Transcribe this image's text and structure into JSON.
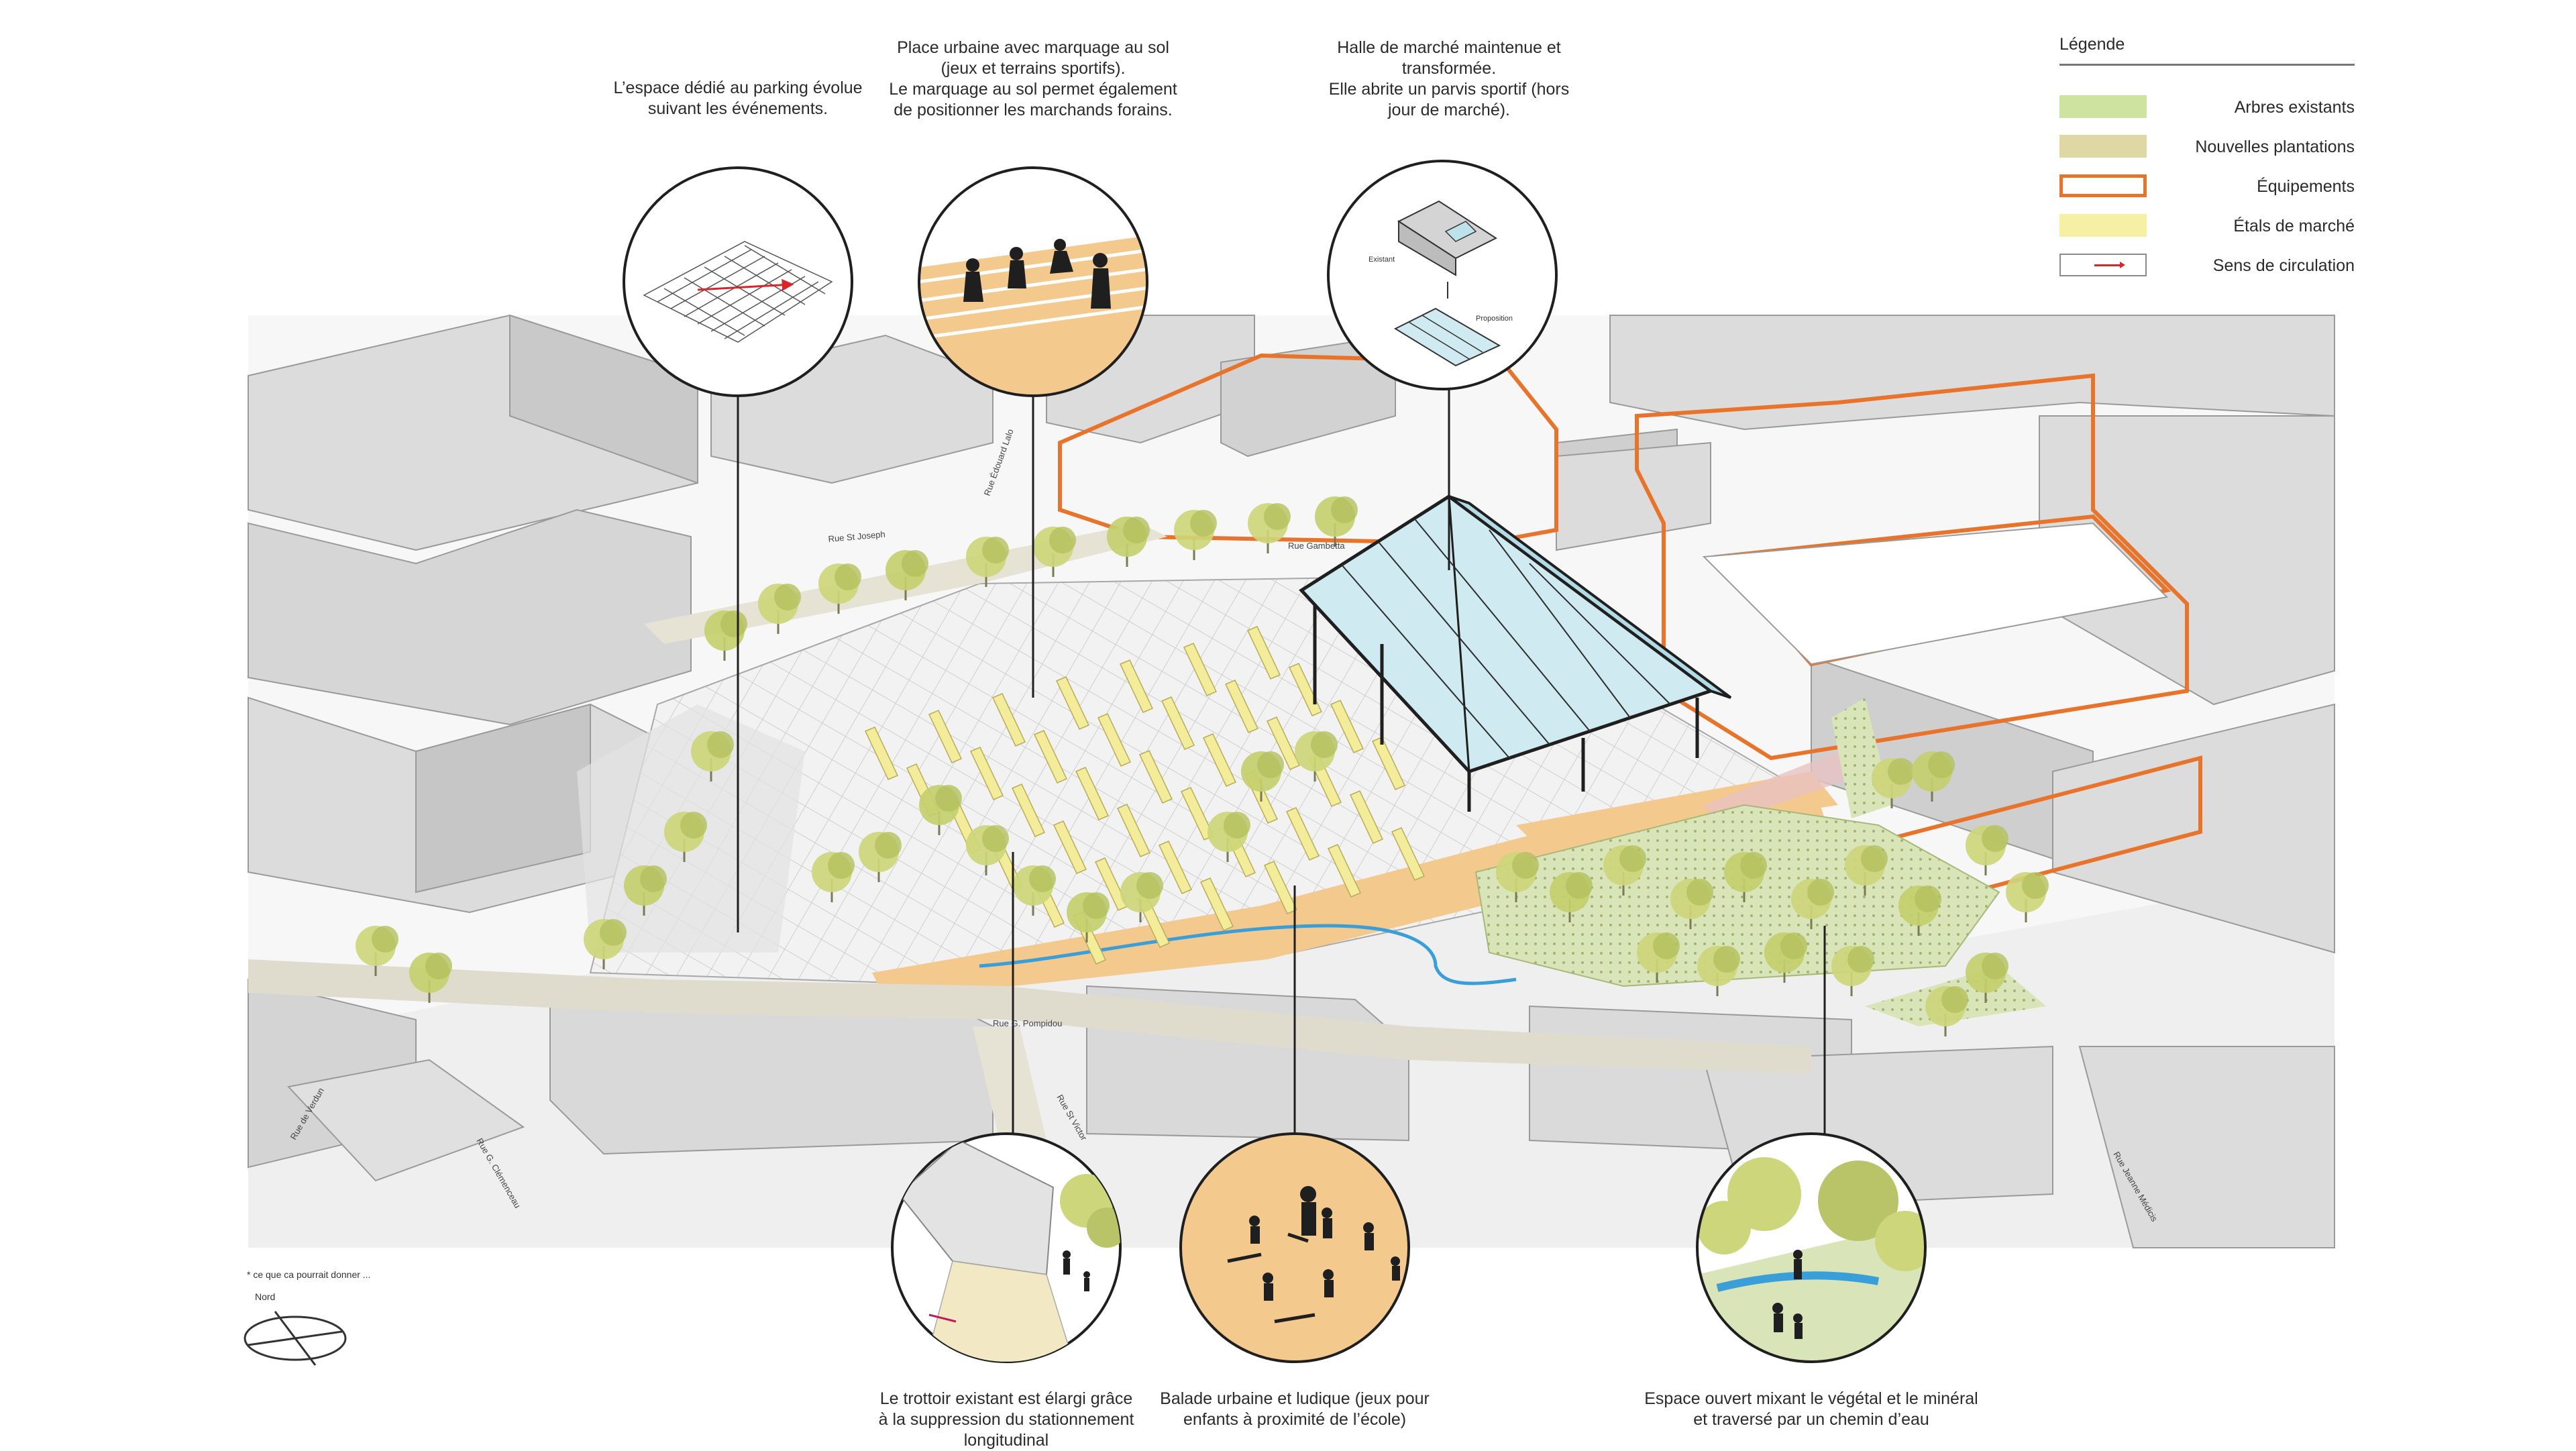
{
  "annotations": {
    "parking": [
      "L’espace dédié au parking évolue",
      "suivant les événements."
    ],
    "place": [
      "Place urbaine avec marquage au sol",
      "(jeux et terrains sportifs).",
      "Le marquage au sol permet également",
      "de positionner les marchands forains."
    ],
    "halle": [
      "Halle de marché maintenue et",
      "transformée.",
      "Elle abrite un parvis sportif (hors",
      "jour de marché)."
    ],
    "trottoir": [
      "Le trottoir existant est élargi grâce",
      "à la suppression du stationnement",
      "longitudinal"
    ],
    "balade": [
      "Balade urbaine et ludique (jeux pour",
      "enfants à proximité de l’école)"
    ],
    "espace": [
      "Espace ouvert mixant le végétal et le minéral",
      "et traversé par un chemin d’eau"
    ]
  },
  "legend": {
    "title": "Légende",
    "items": [
      {
        "label": "Arbres existants",
        "fill": "#cfe3a0",
        "stroke": "#cfe3a0"
      },
      {
        "label": "Nouvelles plantations",
        "fill": "#e0d8a4",
        "stroke": "#e0d8a4"
      },
      {
        "label": "Équipements",
        "fill": "#ffffff",
        "stroke": "#e8742c"
      },
      {
        "label": "Étals de marché",
        "fill": "#f6f0a4",
        "stroke": "#f6f0a4"
      },
      {
        "label": "Sens de circulation",
        "fill": "#ffffff",
        "stroke": "#8a8a8a",
        "arrow": "#d8252a"
      }
    ]
  },
  "inset_labels": {
    "existant": "Existant",
    "proposition": "Proposition"
  },
  "streets": {
    "st_joseph": "Rue St Joseph",
    "gambetta": "Rue Gambetta",
    "edouard": "Rue Édouard Lalo",
    "pompidou": "Rue G. Pompidou",
    "verdun": "Rue de Verdun",
    "clemenceau": "Rue G. Clémenceau",
    "st_victor": "Rue St Victor",
    "jeanne": "Rue Jeanne Médicis"
  },
  "note": "* ce que ca pourrait donner ...",
  "north": "Nord",
  "colors": {
    "accent_orange": "#e8742c",
    "tree": "#cdd67a",
    "stall": "#f3ec9a",
    "ground": "#f4c98e",
    "roof": "#cfeaf1",
    "water": "#3a9fd8",
    "building": "#dcdcdd"
  }
}
